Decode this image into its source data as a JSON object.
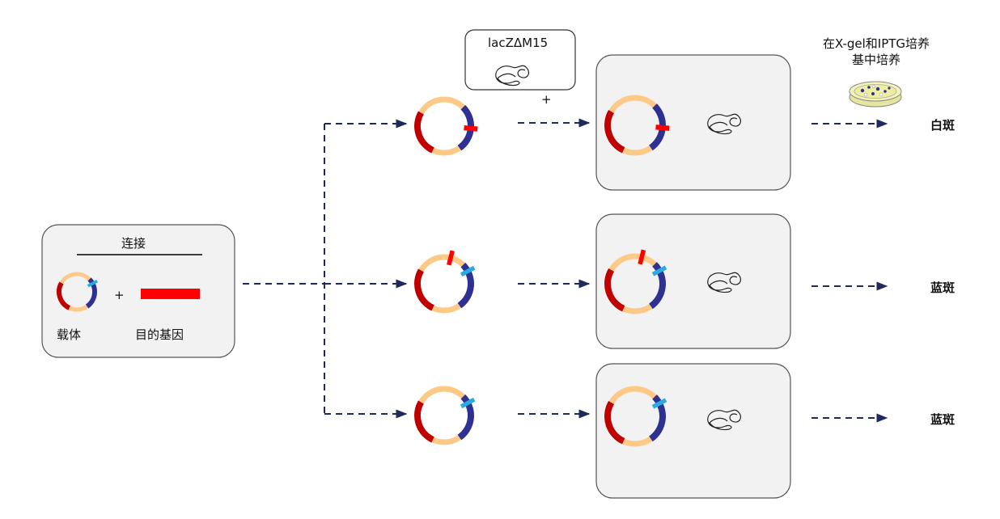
{
  "ligation": {
    "title": "连接",
    "plus": "+",
    "vector_label": "载体",
    "gene_label": "目的基因"
  },
  "host": {
    "strain_label": "lacZΔM15",
    "plus": "+"
  },
  "culture": {
    "condition_line1": "在X-gel和IPTG培养",
    "condition_line2": "基中培养"
  },
  "results": {
    "row1": "白斑",
    "row2": "蓝斑",
    "row3": "蓝斑"
  },
  "colors": {
    "backbone": "#fdc986",
    "marker_red": "#c00000",
    "lacz_blue": "#2e3192",
    "site_cyan": "#29abe2",
    "insert_red": "#ff0000",
    "arrow": "#1f2a5a",
    "box_fill": "#f2f2f2",
    "box_border": "#555555"
  }
}
